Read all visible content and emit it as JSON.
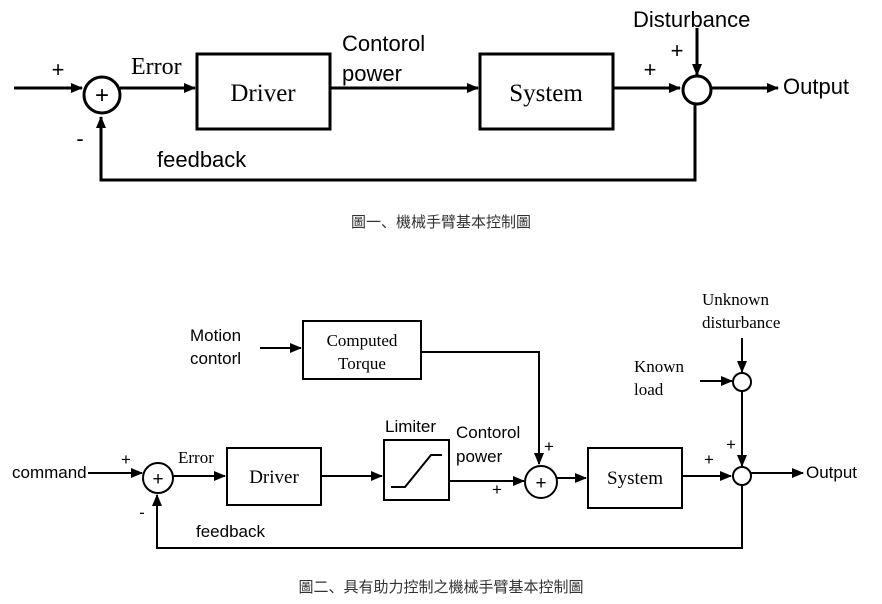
{
  "diagram1": {
    "input_plus": "+",
    "error_label": "Error",
    "driver_label": "Driver",
    "control_power_line1": "Contorol",
    "control_power_line2": "power",
    "system_label": "System",
    "disturbance_label": "Disturbance",
    "disturbance_plus": "+",
    "system_plus": "+",
    "output_label": "Output",
    "feedback_minus": "-",
    "feedback_label": "feedback",
    "sum_symbol": "+",
    "caption": "圖一、機械手臂基本控制圖"
  },
  "diagram2": {
    "motion_control_line1": "Motion",
    "motion_control_line2": "contorl",
    "computed_torque_line1": "Computed",
    "computed_torque_line2": "Torque",
    "unknown_disturbance_line1": "Unknown",
    "unknown_disturbance_line2": "disturbance",
    "known_load_line1": "Known",
    "known_load_line2": "load",
    "limiter_label": "Limiter",
    "control_power_line1": "Contorol",
    "control_power_line2": "power",
    "command_label": "command",
    "input_plus": "+",
    "error_label": "Error",
    "driver_label": "Driver",
    "torque_plus": "+",
    "limiter_plus": "+",
    "system_label": "System",
    "disturbance_plus": "+",
    "system_plus": "+",
    "output_label": "Output",
    "feedback_minus": "-",
    "feedback_label": "feedback",
    "sum_symbol": "+",
    "caption": "圖二、具有助力控制之機械手臂基本控制圖"
  }
}
